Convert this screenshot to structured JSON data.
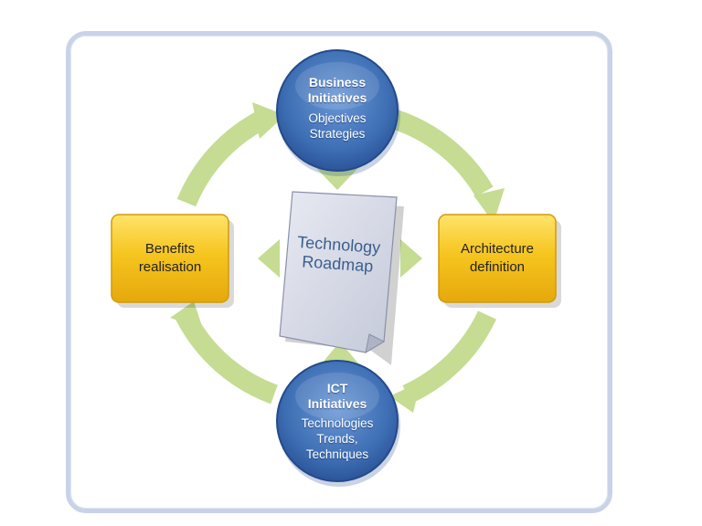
{
  "nodes": {
    "business": {
      "title": [
        "Business",
        "Initiatives"
      ],
      "subtitle": [
        "Objectives",
        "Strategies"
      ]
    },
    "ict": {
      "title": [
        "ICT",
        "Initiatives"
      ],
      "subtitle": [
        "Technologies",
        "Trends,",
        "Techniques"
      ]
    },
    "architecture": {
      "label": [
        "Architecture",
        "definition"
      ]
    },
    "benefits": {
      "label": [
        "Benefits",
        "realisation"
      ]
    },
    "roadmap": {
      "label": [
        "Technology",
        "Roadmap"
      ]
    }
  },
  "colors": {
    "frame_border": "#c9d3e8",
    "circle_fill": "#3e6fb4",
    "box_fill": "#f2c21a",
    "arrow_fill": "#c5dc92",
    "document_fill": "#d9dce8"
  }
}
